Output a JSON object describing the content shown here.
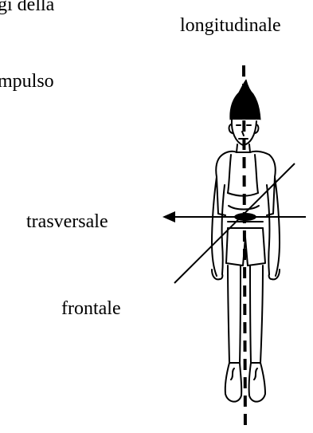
{
  "fragments": {
    "top_left": "gi della",
    "left": "mpulso"
  },
  "axes": {
    "longitudinal": "longitudinale",
    "transverse": "trasversale",
    "frontal": "frontale"
  }
}
